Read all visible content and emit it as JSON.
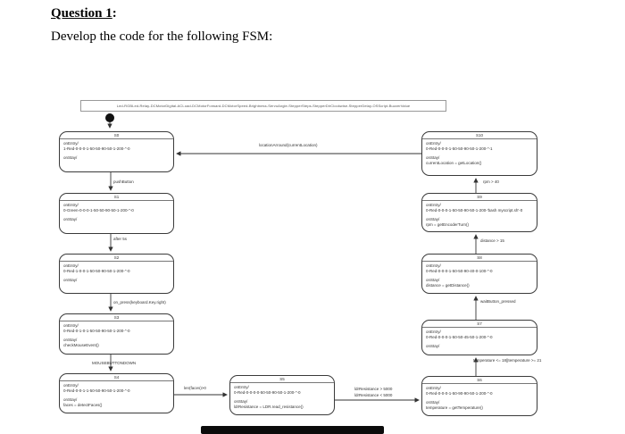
{
  "page": {
    "title": "Question 1",
    "title_colon": ":",
    "subtitle": "Develop the code for the following FSM:"
  },
  "diagram": {
    "legend": "Led-RGBLed-Relay-DCMotorDigital-ACLoad-DCMotorForward-DCMotorSpeed-Brightness-ServoAngle-StepperSteps-StepperDirClockwise-StepperDelay-OSScript-BuzzerValue",
    "keywords": {
      "entry": "onEntry/",
      "stay": "onStay/"
    },
    "states": [
      {
        "name": "S0",
        "entry": "1-Red-0-0-0-1-50-50-90-50-1-200-''-0",
        "stay": ""
      },
      {
        "name": "S1",
        "entry": "0-Green-0-0-0-1-50-50-90-50-1-200-''-0",
        "stay": ""
      },
      {
        "name": "S2",
        "entry": "0-Red-1-0-0-1-50-50-90-50-1-200-''-0",
        "stay": ""
      },
      {
        "name": "S3",
        "entry": "0-Red-0-1-0-1-50-50-90-50-1-200-''-0",
        "stay": "checkMouseEvent()"
      },
      {
        "name": "S4",
        "entry": "0-Red-0-0-1-1-50-50-90-50-1-200-''-0",
        "stay": "faces = detectFaces()"
      },
      {
        "name": "S5",
        "entry": "0-Red-0-0-0-0-50-50-90-50-1-200-''-0",
        "stay": "ldrResistance = LDR.read_resistance()"
      },
      {
        "name": "S6",
        "entry": "0-Red-0-0-0-1-50-90-90-50-1-200-''-0",
        "stay": "temperature = getTemperature()"
      },
      {
        "name": "S7",
        "entry": "0-Red-0-0-0-1-50-50-45-50-1-200-''-0",
        "stay": ""
      },
      {
        "name": "S8",
        "entry": "0-Red-0-0-0-1-50-50-90-40-0-100-''-0",
        "stay": "distance = getDistance()"
      },
      {
        "name": "S9",
        "entry": "0-Red-0-0-0-1-50-50-90-50-1-200-'bash myscript.sh'-0",
        "stay": "rpm = getEncoderTurn()"
      },
      {
        "name": "S10",
        "entry": "0-Red-0-0-0-1-50-50-90-50-1-200-''-1",
        "stay": "currentLocation = getLocation()"
      }
    ],
    "transitions": [
      {
        "from": "initial",
        "to": "S0",
        "label": ""
      },
      {
        "from": "S0",
        "to": "S1",
        "label": "pushButton"
      },
      {
        "from": "S1",
        "to": "S2",
        "label": "after 5s"
      },
      {
        "from": "S2",
        "to": "S3",
        "label": "on_press(keyboard.Key.right)"
      },
      {
        "from": "S3",
        "to": "S4",
        "label": "MOUSEBUTTONDOWN"
      },
      {
        "from": "S4",
        "to": "S5",
        "label": "len(faces)>0"
      },
      {
        "from": "S5",
        "to": "S6",
        "label": "ldrResistance > 5000",
        "label2": "ldrResistance < 5000"
      },
      {
        "from": "S6",
        "to": "S7",
        "label": "temperature <= 18||temperature >= 21"
      },
      {
        "from": "S7",
        "to": "S8",
        "label": "waitButton_pressed"
      },
      {
        "from": "S8",
        "to": "S9",
        "label": "distance > 15"
      },
      {
        "from": "S9",
        "to": "S10",
        "label": "rpm > 40"
      },
      {
        "from": "S10",
        "to": "S0",
        "label": "locationArround(currentLocation)"
      }
    ]
  }
}
